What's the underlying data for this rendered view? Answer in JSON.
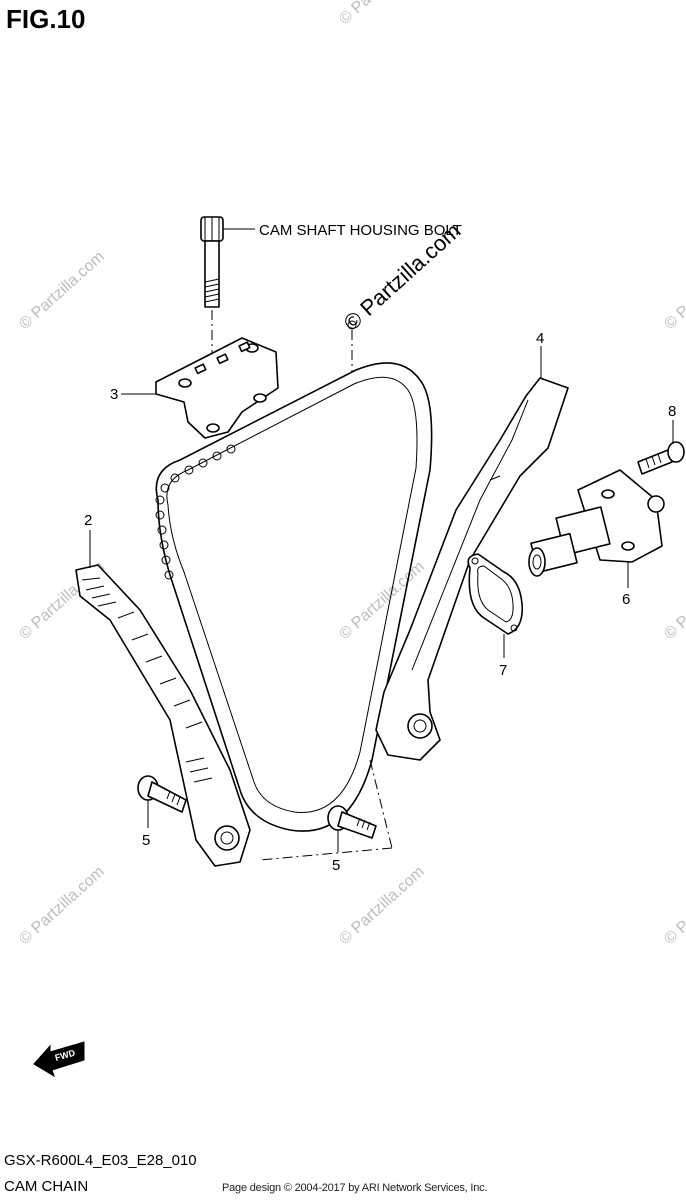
{
  "figure": {
    "title": "FIG.10"
  },
  "footer": {
    "model_code": "GSX-R600L4_E03_E28_010",
    "section_name": "CAM CHAIN",
    "copyright": "Page design © 2004-2017 by ARI Network Services, Inc."
  },
  "annotation": {
    "cam_shaft_bolt": "CAM SHAFT HOUSING BOLT"
  },
  "callouts": {
    "p2": "2",
    "p3": "3",
    "p4": "4",
    "p5a": "5",
    "p5b": "5",
    "p6": "6",
    "p7": "7",
    "p8": "8"
  },
  "watermark": {
    "text": "© Partzilla.com",
    "main_text": "© Partzilla.com"
  },
  "icons": {
    "direction_arrow": "fwd-arrow-icon",
    "arrow_text": "FWD"
  }
}
